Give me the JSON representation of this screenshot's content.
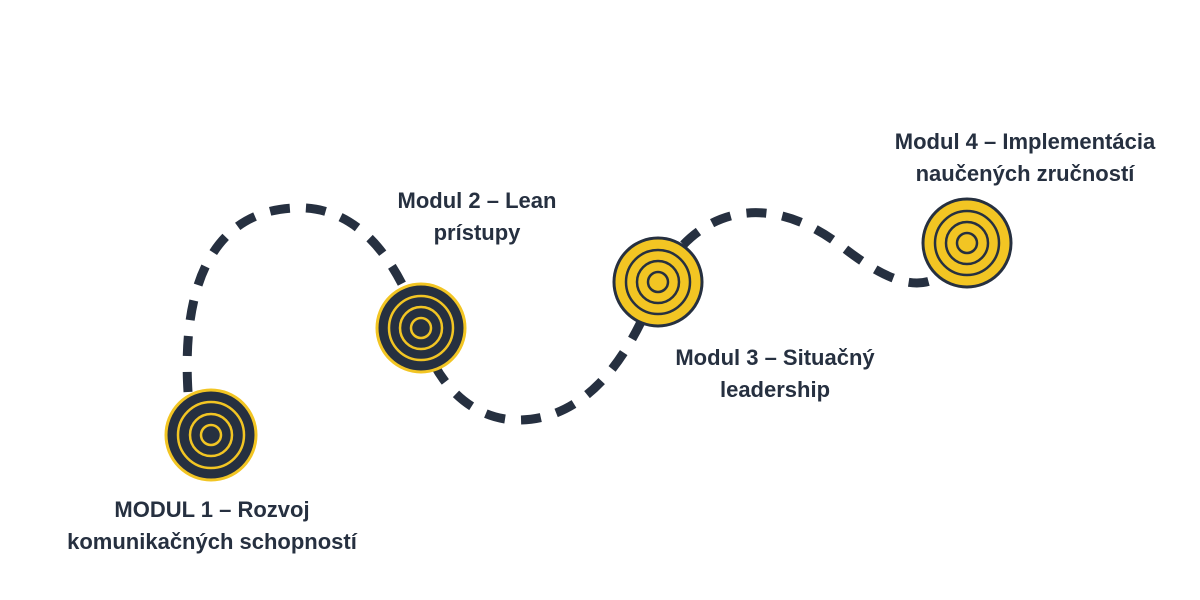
{
  "modules": [
    {
      "line1": "MODUL 1 – Rozvoj",
      "line2": "komunikačných schopností",
      "fill": "#263040",
      "ring": "#F2C523"
    },
    {
      "line1": "Modul 2 – Lean",
      "line2": "prístupy",
      "fill": "#263040",
      "ring": "#F2C523"
    },
    {
      "line1": "Modul 3 – Situačný",
      "line2": "leadership",
      "fill": "#F2C523",
      "ring": "#263040"
    },
    {
      "line1": "Modul 4 – Implementácia",
      "line2": "naučených zručností",
      "fill": "#F2C523",
      "ring": "#263040"
    }
  ],
  "colors": {
    "path": "#263040",
    "text": "#263040",
    "accent": "#F2C523",
    "background": "#FFFFFF"
  }
}
